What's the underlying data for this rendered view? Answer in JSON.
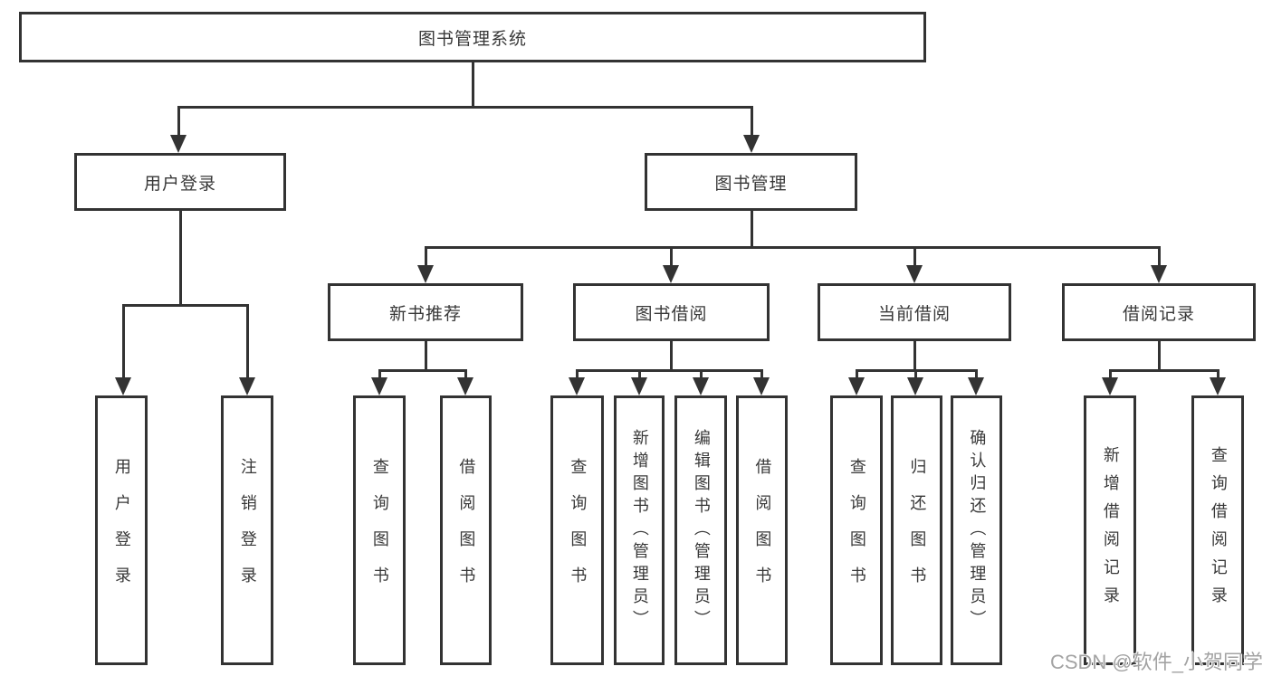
{
  "diagram": {
    "title": "图书管理系统",
    "branches": [
      {
        "label": "用户登录",
        "children": [
          {
            "label": "用户登录"
          },
          {
            "label": "注销登录"
          }
        ]
      },
      {
        "label": "图书管理",
        "children": [
          {
            "label": "新书推荐",
            "children": [
              {
                "label": "查询图书"
              },
              {
                "label": "借阅图书"
              }
            ]
          },
          {
            "label": "图书借阅",
            "children": [
              {
                "label": "查询图书"
              },
              {
                "label": "新增图书（管理员）"
              },
              {
                "label": "编辑图书（管理员）"
              },
              {
                "label": "借阅图书"
              }
            ]
          },
          {
            "label": "当前借阅",
            "children": [
              {
                "label": "查询图书"
              },
              {
                "label": "归还图书"
              },
              {
                "label": "确认归还（管理员）"
              }
            ]
          },
          {
            "label": "借阅记录",
            "children": [
              {
                "label": "新增借阅记录"
              },
              {
                "label": "查询借阅记录"
              }
            ]
          }
        ]
      }
    ]
  },
  "watermark": {
    "text": "CSDN @软件_小贺同学"
  },
  "colors": {
    "line": "#333333",
    "box_background": "#ffffff",
    "text": "#383838",
    "watermark": "#a3a3a3"
  }
}
